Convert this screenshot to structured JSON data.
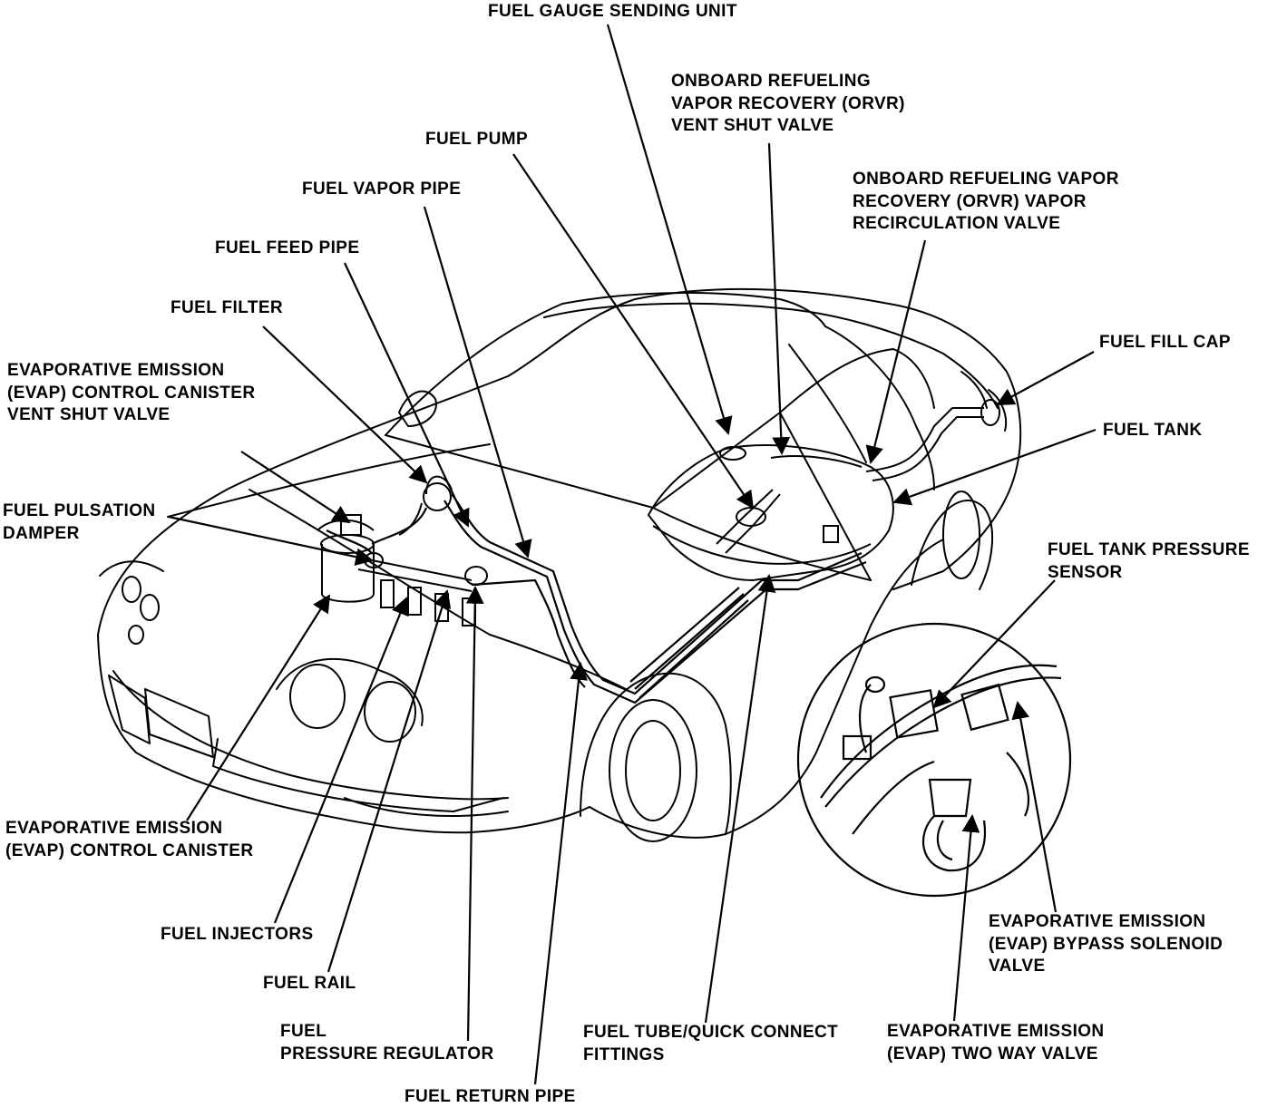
{
  "colors": {
    "ink": "#000000",
    "paper": "#ffffff"
  },
  "labels": {
    "fuel_gauge_sending_unit": [
      "FUEL GAUGE SENDING UNIT"
    ],
    "orvr_vent_shut_valve": [
      "ONBOARD REFUELING",
      "VAPOR RECOVERY (ORVR)",
      "VENT SHUT VALVE"
    ],
    "fuel_pump": [
      "FUEL PUMP"
    ],
    "orvr_vapor_recirculation_valve": [
      "ONBOARD REFUELING VAPOR",
      "RECOVERY (ORVR) VAPOR",
      "RECIRCULATION VALVE"
    ],
    "fuel_vapor_pipe": [
      "FUEL VAPOR PIPE"
    ],
    "fuel_feed_pipe": [
      "FUEL FEED PIPE"
    ],
    "fuel_filter": [
      "FUEL FILTER"
    ],
    "fuel_fill_cap": [
      "FUEL FILL CAP"
    ],
    "evap_canister_vent_shut_valve": [
      "EVAPORATIVE  EMISSION",
      "(EVAP) CONTROL CANISTER",
      "VENT  SHUT VALVE"
    ],
    "fuel_tank": [
      "FUEL TANK"
    ],
    "fuel_pulsation_damper": [
      "FUEL  PULSATION",
      "DAMPER"
    ],
    "fuel_tank_pressure_sensor": [
      "FUEL TANK PRESSURE",
      "SENSOR"
    ],
    "evap_control_canister": [
      "EVAPORATIVE  EMISSION",
      "(EVAP)  CONTROL CANISTER"
    ],
    "fuel_injectors": [
      "FUEL  INJECTORS"
    ],
    "fuel_rail": [
      "FUEL RAIL"
    ],
    "fuel_pressure_regulator": [
      "FUEL",
      "PRESSURE REGULATOR"
    ],
    "fuel_return_pipe": [
      "FUEL RETURN PIPE"
    ],
    "fuel_tube_quick_connect_fittings": [
      "FUEL  TUBE/QUICK  CONNECT",
      "FITTINGS"
    ],
    "evap_two_way_valve": [
      "EVAPORATIVE  EMISSION",
      "(EVAP) TWO WAY VALVE"
    ],
    "evap_bypass_solenoid_valve": [
      "EVAPORATIVE  EMISSION",
      "(EVAP)  BYPASS SOLENOID",
      "VALVE"
    ]
  }
}
